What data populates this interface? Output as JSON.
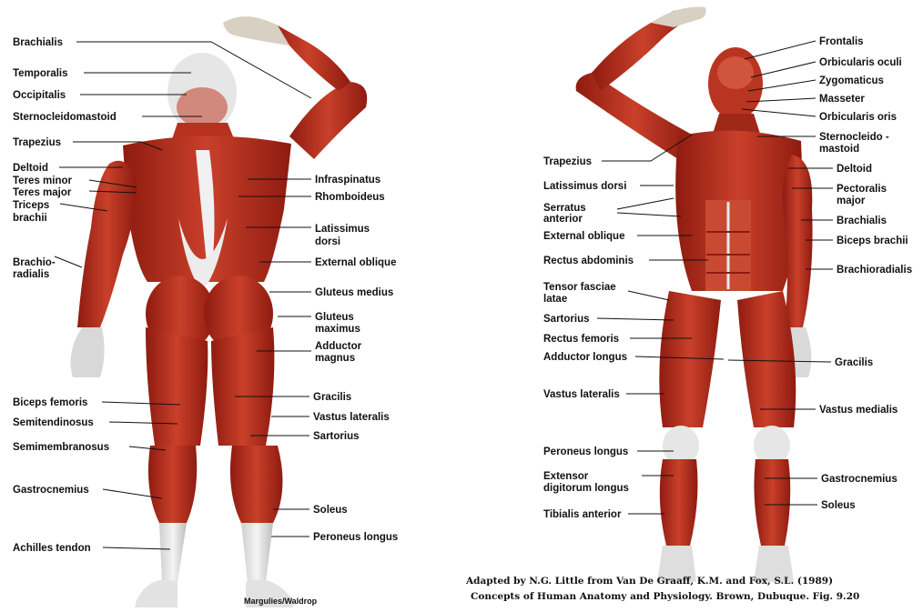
{
  "posterior_labels": {
    "brachialis": "Brachialis",
    "temporalis": "Temporalis",
    "occipitalis": "Occipitalis",
    "sternocleidomastoid": "Sternocleidomastoid",
    "trapezius": "Trapezius",
    "deltoid": "Deltoid",
    "teres_minor": "Teres minor",
    "teres_major": "Teres major",
    "triceps_1": "Triceps",
    "triceps_2": "brachii",
    "brachioradialis_1": "Brachio-",
    "brachioradialis_2": "radialis",
    "infraspinatus": "Infraspinatus",
    "rhomboideus": "Rhomboideus",
    "latissimus_1": "Latissimus",
    "latissimus_2": "dorsi",
    "external_oblique": "External  oblique",
    "gluteus_medius": "Gluteus  medius",
    "gluteus_maximus_1": "Gluteus",
    "gluteus_maximus_2": "maximus",
    "adductor_magnus_1": "Adductor",
    "adductor_magnus_2": "magnus",
    "biceps_femoris": "Biceps femoris",
    "semitendinosus": "Semitendinosus",
    "semimembranosus": "Semimembranosus",
    "gastrocnemius": "Gastrocnemius",
    "achilles": "Achilles tendon",
    "gracilis": "Gracilis",
    "vastus_lateralis": "Vastus  lateralis",
    "sartorius": "Sartorius",
    "soleus": "Soleus",
    "peroneus_longus": "Peroneus longus",
    "signature": "Margulies/Waldrop"
  },
  "anterior_labels": {
    "frontalis": "Frontalis",
    "orbicularis_oculi": "Orbicularis oculi",
    "zygomaticus": "Zygomaticus",
    "masseter": "Masseter",
    "orbicularis_oris": "Orbicularis oris",
    "sternocleido_1": "Sternocleido -",
    "sternocleido_2": "mastoid",
    "trapezius": "Trapezius",
    "latissimus_dorsi": "Latissimus dorsi",
    "serratus_1": "Serratus",
    "serratus_2": "anterior",
    "external_oblique": "External  oblique",
    "rectus_abdominis": "Rectus abdominis",
    "tensor_1": "Tensor fasciae",
    "tensor_2": "latae",
    "sartorius": "Sartorius",
    "rectus_femoris": "Rectus femoris",
    "adductor_longus": "Adductor longus",
    "vastus_lateralis": "Vastus  lateralis",
    "peroneus_longus": "Peroneus longus",
    "extensor_1": "Extensor",
    "extensor_2": "digitorum  longus",
    "tibialis_anterior": "Tibialis anterior",
    "deltoid": "Deltoid",
    "pectoralis_1": "Pectoralis",
    "pectoralis_2": "major",
    "brachialis": "Brachialis",
    "biceps_brachii": "Biceps brachii",
    "brachioradialis": "Brachioradialis",
    "gracilis": "Gracilis",
    "vastus_medialis": "Vastus  medialis",
    "gastrocnemius": "Gastrocnemius",
    "soleus": "Soleus"
  },
  "credit": {
    "line1": "Adapted by N.G. Little from Van De Graaff, K.M. and Fox, S.L. (1989)",
    "line2": "Concepts of Human Anatomy and Physiology. Brown, Dubuque. Fig. 9.20"
  }
}
